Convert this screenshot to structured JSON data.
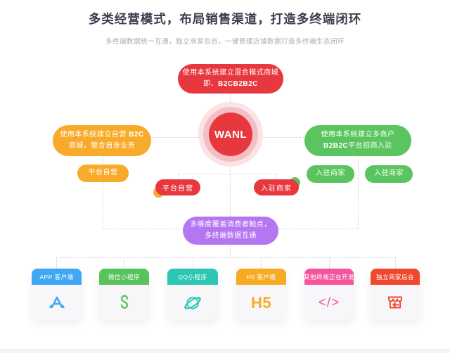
{
  "header": {
    "title": "多类经营模式，布局销售渠道，打造多终端闭环",
    "subtitle": "多终端数据统一互通，独立商家后台，一键管理店铺数据打造多终端生态闭环"
  },
  "diagram": {
    "center_label": "WANL",
    "top_node": {
      "line1": "使用本系统建立混合模式商城",
      "line2_prefix": "即、",
      "line2_bold": "B2CB2B2C"
    },
    "left_node": {
      "prefix": "使用本系统建立自营 ",
      "bold": "B2C",
      "suffix": " 商城，整合自身业务"
    },
    "right_node": {
      "line1": "使用本系统建立多商户",
      "line2_bold": "B2B2C",
      "line2_suffix": "平台招商入驻"
    },
    "left_child": "平台自营",
    "right_children": [
      "入驻商家",
      "入驻商家"
    ],
    "center_tags": {
      "left": "平台自营",
      "right": "入驻商家"
    },
    "hub_node": "多维度覆盖消费者触点，多终端数据互通",
    "colors": {
      "red": "#e8383f",
      "orange": "#f8ab2a",
      "green": "#5ac55e",
      "purple": "#b577f1",
      "dashed_line": "#d9d9df"
    }
  },
  "terminals": [
    {
      "label": "APP 客户端",
      "color": "#3fa7f4",
      "icon": "app-store-icon"
    },
    {
      "label": "微信小程序",
      "color": "#57c35b",
      "icon": "wechat-miniprogram-icon"
    },
    {
      "label": "QQ小程序",
      "color": "#2cc7b2",
      "icon": "qq-planet-icon"
    },
    {
      "label": "H5 客户端",
      "color": "#f7ab25",
      "icon": "h5-icon",
      "icon_text": "H5"
    },
    {
      "label": "其他终端正在开发",
      "color": "#f4569e",
      "icon": "code-icon",
      "icon_text": "</>"
    },
    {
      "label": "独立商家后台",
      "color": "#f0482e",
      "icon": "shop-icon"
    }
  ]
}
